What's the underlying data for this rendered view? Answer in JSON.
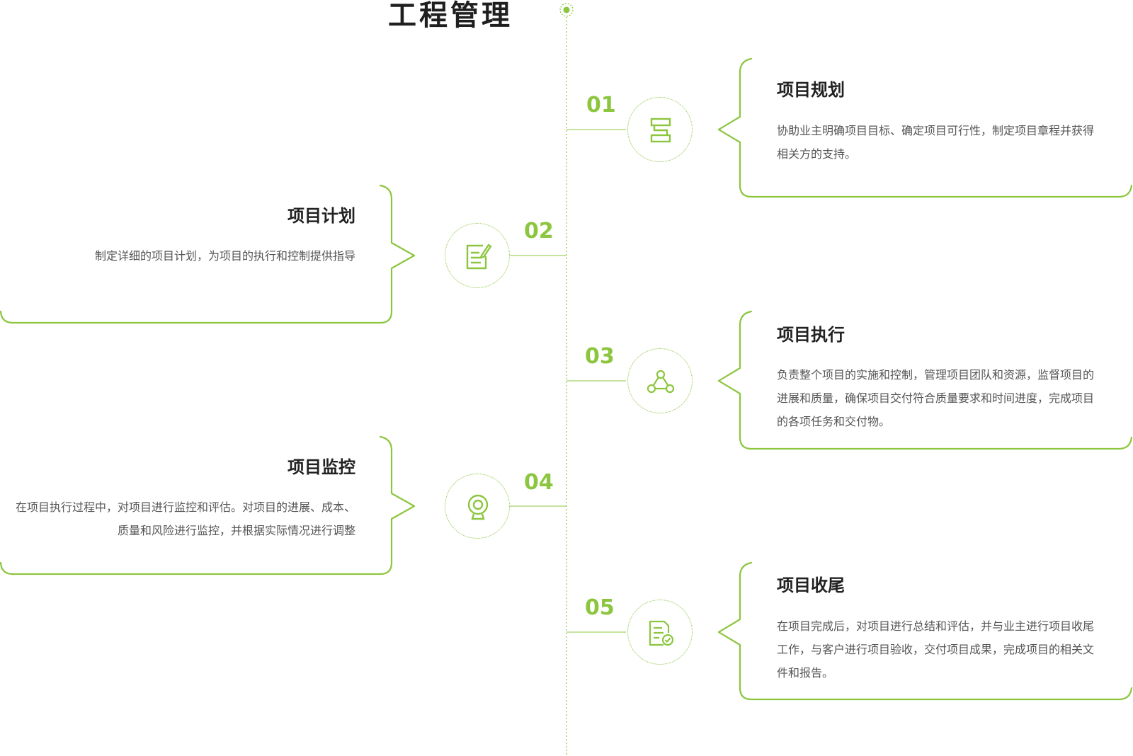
{
  "title": "工程管理",
  "accent_color": "#8cc63f",
  "steps": [
    {
      "number": "01",
      "title": "项目规划",
      "description": "协助业主明确项目目标、确定项目可行性，制定项目章程并获得相关方的支持。",
      "icon": "flowchart-icon",
      "side": "right"
    },
    {
      "number": "02",
      "title": "项目计划",
      "description": "制定详细的项目计划，为项目的执行和控制提供指导",
      "icon": "edit-document-icon",
      "side": "left"
    },
    {
      "number": "03",
      "title": "项目执行",
      "description": "负责整个项目的实施和控制，管理项目团队和资源，监督项目的进展和质量，确保项目交付符合质量要求和时间进度，完成项目的各项任务和交付物。",
      "icon": "network-nodes-icon",
      "side": "right"
    },
    {
      "number": "04",
      "title": "项目监控",
      "description": "在项目执行过程中，对项目进行监控和评估。对项目的进展、成本、质量和风险进行监控，并根据实际情况进行调整",
      "icon": "webcam-icon",
      "side": "left"
    },
    {
      "number": "05",
      "title": "项目收尾",
      "description": "在项目完成后，对项目进行总结和评估，并与业主进行项目收尾工作，与客户进行项目验收，交付项目成果，完成项目的相关文件和报告。",
      "icon": "document-check-icon",
      "side": "right"
    }
  ]
}
